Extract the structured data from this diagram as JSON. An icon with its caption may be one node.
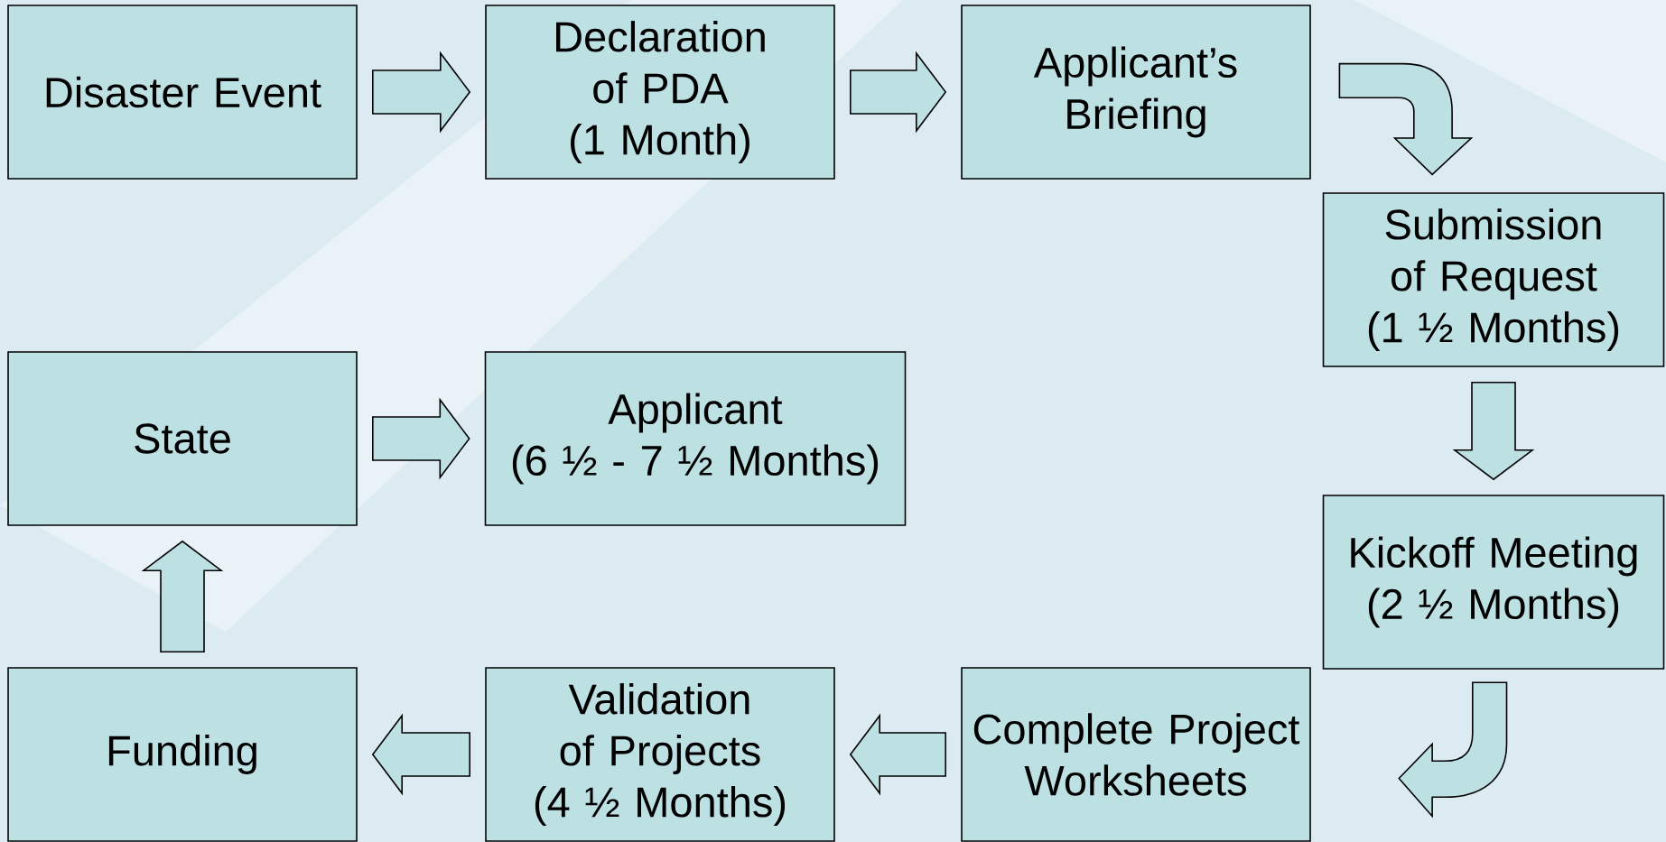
{
  "diagram": {
    "nodes": [
      {
        "text": [
          "Disaster Event"
        ]
      },
      {
        "text": [
          "Declaration of PDA",
          "(1 Month)"
        ]
      },
      {
        "text": [
          "Applicant’s Briefing"
        ]
      },
      {
        "text": [
          "Submission of Request",
          "(1 ½ Months)"
        ]
      },
      {
        "text": [
          "Kickoff Meeting",
          "(2 ½ Months)"
        ]
      },
      {
        "text": [
          "Complete Project Worksheets"
        ]
      },
      {
        "text": [
          "Validation of Projects",
          "(4 ½ Months)"
        ]
      },
      {
        "text": [
          "Funding"
        ]
      },
      {
        "text": [
          "State"
        ]
      },
      {
        "text": [
          "Applicant",
          "(6 ½ - 7 ½ Months)"
        ]
      }
    ],
    "edges": [
      {
        "from": 0,
        "to": 1,
        "arrow": "to"
      },
      {
        "from": 1,
        "to": 2,
        "arrow": "to"
      },
      {
        "from": 2,
        "to": 3,
        "arrow": "to"
      },
      {
        "from": 3,
        "to": 4,
        "arrow": "to"
      },
      {
        "from": 4,
        "to": 5,
        "arrow": "to"
      },
      {
        "from": 5,
        "to": 6,
        "arrow": "to"
      },
      {
        "from": 6,
        "to": 7,
        "arrow": "to"
      },
      {
        "from": 7,
        "to": 8,
        "arrow": "to"
      },
      {
        "from": 8,
        "to": 9,
        "arrow": "to"
      }
    ]
  }
}
